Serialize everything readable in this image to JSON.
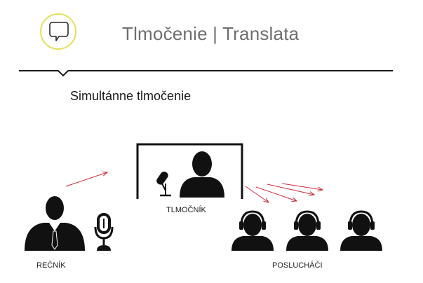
{
  "header": {
    "title": "Tlmočenie | Translata",
    "logo_icon": "speech-bubble-icon",
    "accent_color": "#e5e05a"
  },
  "main": {
    "subtitle": "Simultánne tlmočenie"
  },
  "diagram": {
    "speaker_label": "REČNÍK",
    "interpreter_label": "TLMOČNÍK",
    "listeners_label": "POSLUCHÁČI",
    "arrow_color": "#cc2b3a",
    "figure_color": "#111111"
  }
}
